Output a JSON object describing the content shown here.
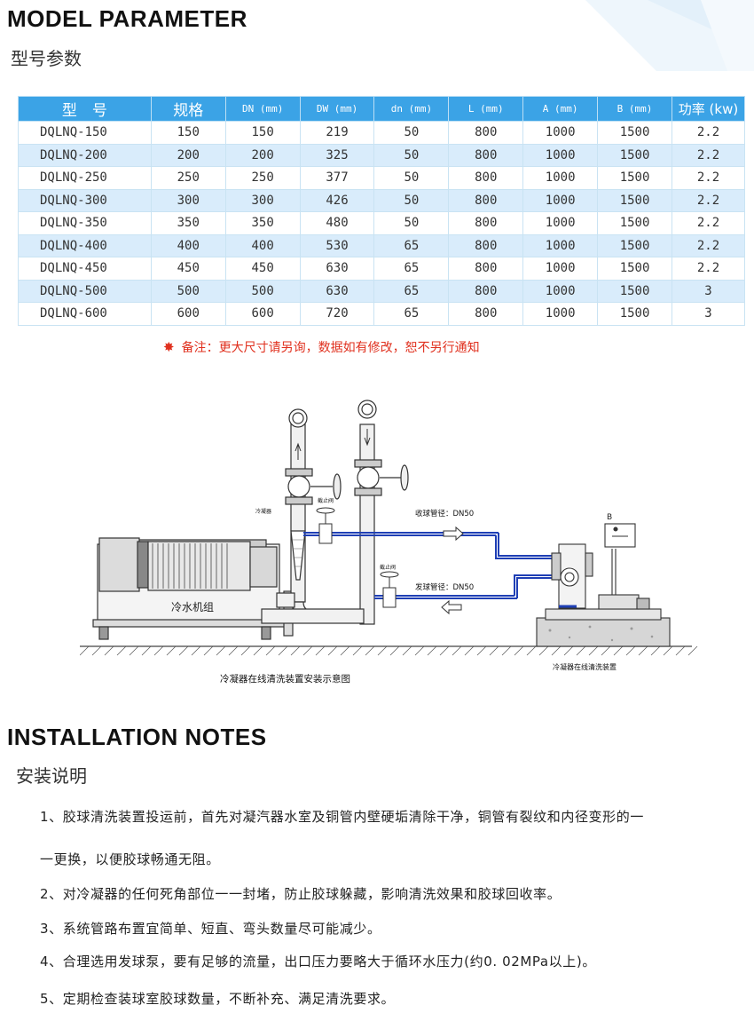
{
  "section1": {
    "title_en": "MODEL PARAMETER",
    "title_cn": "型号参数"
  },
  "table": {
    "headers": [
      "型　号",
      "规格",
      "DN (mm)",
      "DW (mm)",
      "dn (mm)",
      "L (mm)",
      "A (mm)",
      "B (mm)",
      "功率 (kw)"
    ],
    "rows": [
      [
        "DQLNQ-150",
        "150",
        "150",
        "219",
        "50",
        "800",
        "1000",
        "1500",
        "2.2"
      ],
      [
        "DQLNQ-200",
        "200",
        "200",
        "325",
        "50",
        "800",
        "1000",
        "1500",
        "2.2"
      ],
      [
        "DQLNQ-250",
        "250",
        "250",
        "377",
        "50",
        "800",
        "1000",
        "1500",
        "2.2"
      ],
      [
        "DQLNQ-300",
        "300",
        "300",
        "426",
        "50",
        "800",
        "1000",
        "1500",
        "2.2"
      ],
      [
        "DQLNQ-350",
        "350",
        "350",
        "480",
        "50",
        "800",
        "1000",
        "1500",
        "2.2"
      ],
      [
        "DQLNQ-400",
        "400",
        "400",
        "530",
        "65",
        "800",
        "1000",
        "1500",
        "2.2"
      ],
      [
        "DQLNQ-450",
        "450",
        "450",
        "630",
        "65",
        "800",
        "1000",
        "1500",
        "2.2"
      ],
      [
        "DQLNQ-500",
        "500",
        "500",
        "630",
        "65",
        "800",
        "1000",
        "1500",
        "3"
      ],
      [
        "DQLNQ-600",
        "600",
        "600",
        "720",
        "65",
        "800",
        "1000",
        "1500",
        "3"
      ]
    ]
  },
  "note": "备注：更大尺寸请另询，数据如有修改，恕不另行通知",
  "diagram": {
    "caption": "冷凝器在线清洗装置安装示意图",
    "device_caption": "冷凝器在线清洗装置",
    "chiller_label": "冷水机组",
    "collect_label": "收球管径：DN50",
    "send_label": "发球管径：DN50",
    "condenser_label": "冷凝器",
    "valve_label_1": "截止阀",
    "valve_label_2": "截止阀",
    "box_label": "B"
  },
  "section2": {
    "title_en": "INSTALLATION NOTES",
    "title_cn": "安装说明"
  },
  "notes": [
    "1、胶球清洗装置投运前，首先对凝汽器水室及铜管内壁硬垢清除干净，铜管有裂纹和内径变形的一",
    "一更换，以便胶球畅通无阻。",
    "2、对冷凝器的任何死角部位一一封堵，防止胶球躲藏，影响清洗效果和胶球回收率。",
    "3、系统管路布置宜简单、短直、弯头数量尽可能减少。",
    "4、合理选用发球泵，要有足够的流量，出口压力要略大于循环水压力(约0. 02MPa以上)。",
    "5、定期检查装球室胶球数量，不断补充、满足清洗要求。"
  ],
  "colors": {
    "header_blue": "#3ba3e6",
    "row_blue": "#d9ecfb",
    "note_red": "#e0301e",
    "pipe_blue": "#1f3fb5"
  }
}
